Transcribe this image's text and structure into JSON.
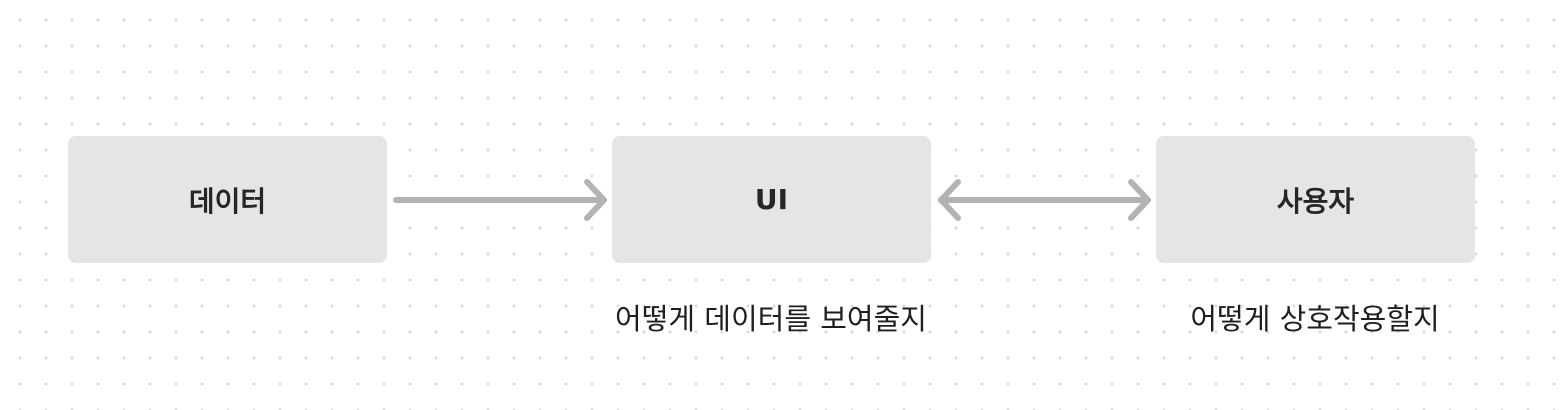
{
  "diagram": {
    "nodes": [
      {
        "id": "data",
        "label": "데이터"
      },
      {
        "id": "ui",
        "label": "UI"
      },
      {
        "id": "user",
        "label": "사용자"
      }
    ],
    "edges": [
      {
        "from": "data",
        "to": "ui",
        "direction": "one-way"
      },
      {
        "from": "ui",
        "to": "user",
        "direction": "two-way"
      }
    ],
    "captions": {
      "ui": "어떻게 데이터를 보여줄지",
      "user": "어떻게 상호작용할지"
    },
    "colors": {
      "background": "#ffffff",
      "grid_dot": "#d9d9d9",
      "node_fill": "#e5e5e5",
      "node_text": "#262626",
      "connector": "#b3b3b3",
      "caption_text": "#1f1f1f"
    }
  }
}
